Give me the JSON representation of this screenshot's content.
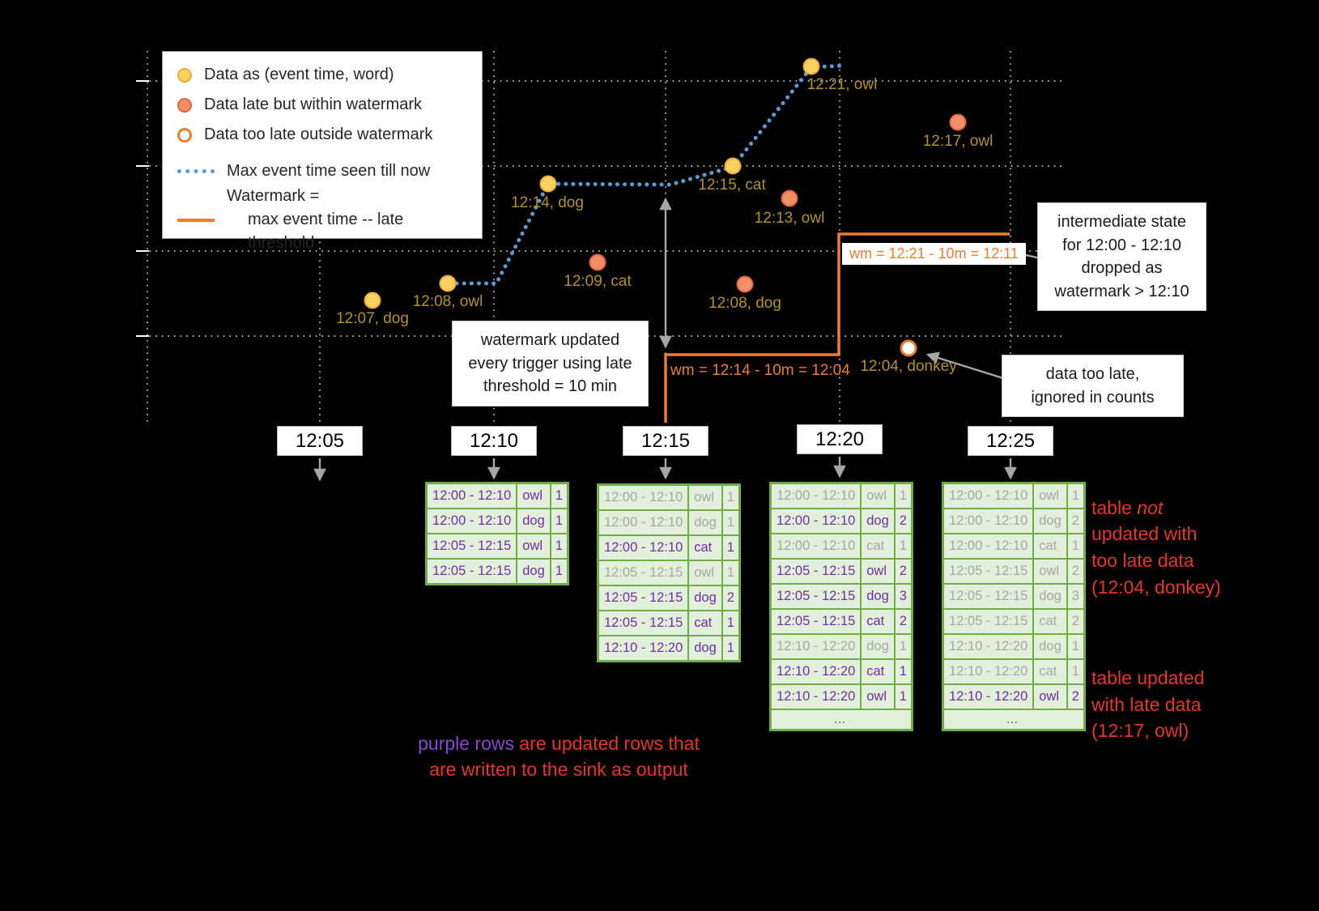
{
  "colors": {
    "on_time_point": "#FBD25F",
    "on_time_border": "#EFA93F",
    "late_point": "#F28E68",
    "late_border": "#E4653C",
    "too_late_border": "#E87E2D",
    "max_event_line": "#5B9BD5",
    "watermark_line": "#ED7D31",
    "table_green": "#70AD47",
    "table_green_bg": "#E2EFDA",
    "updated_purple": "#7030A0",
    "note_red": "#E8352A",
    "point_label_gold": "#B3922C",
    "arrow_gray": "#A6A6A6"
  },
  "legend": {
    "item_on_time": "Data as (event time, word)",
    "item_late": "Data late but within watermark",
    "item_too_late": "Data too late outside watermark",
    "item_max_event": "Max event time seen till now",
    "item_watermark_line1": "Watermark =",
    "item_watermark_line2": "max event time -- late threshold"
  },
  "points": {
    "p_1207_dog": {
      "label": "12:07, dog",
      "type": "on-time"
    },
    "p_1208_owl": {
      "label": "12:08, owl",
      "type": "on-time"
    },
    "p_1214_dog": {
      "label": "12:14, dog",
      "type": "on-time"
    },
    "p_1215_cat": {
      "label": "12:15, cat",
      "type": "on-time"
    },
    "p_1221_owl": {
      "label": "12:21, owl",
      "type": "on-time"
    },
    "p_1209_cat": {
      "label": "12:09, cat",
      "type": "late"
    },
    "p_1213_owl": {
      "label": "12:13, owl",
      "type": "late"
    },
    "p_1208_dog": {
      "label": "12:08, dog",
      "type": "late"
    },
    "p_1217_owl": {
      "label": "12:17, owl",
      "type": "late"
    },
    "p_1204_donkey": {
      "label": "12:04, donkey",
      "type": "too-late"
    }
  },
  "wm": {
    "first": "wm = 12:14 - 10m = 12:04",
    "second": "wm = 12:21 - 10m = 12:11"
  },
  "triggers": {
    "t05": "12:05",
    "t10": "12:10",
    "t15": "12:15",
    "t20": "12:20",
    "t25": "12:25"
  },
  "annotations": {
    "watermark_updated": "watermark updated\nevery trigger using late\nthreshold = 10 min",
    "intermediate_state": "intermediate state\nfor 12:00 - 12:10\ndropped as\nwatermark > 12:10",
    "too_late_ignored": "data too late,\nignored in counts"
  },
  "notes": {
    "not_updated_prefix": "table ",
    "not_updated_em": "not",
    "not_updated_rest": "\nupdated with\ntoo late data\n(12:04, donkey)",
    "updated_late": "table updated\nwith late data\n(12:17, owl)",
    "purple_rows_lead": "purple rows",
    "purple_rows_rest": " are updated rows that\nare written to the sink as output"
  },
  "tables": {
    "t10": {
      "rows": [
        {
          "window": "12:00 - 12:10",
          "word": "owl",
          "count": 1,
          "updated": true
        },
        {
          "window": "12:00 - 12:10",
          "word": "dog",
          "count": 1,
          "updated": true
        },
        {
          "window": "12:05 - 12:15",
          "word": "owl",
          "count": 1,
          "updated": true
        },
        {
          "window": "12:05 - 12:15",
          "word": "dog",
          "count": 1,
          "updated": true
        }
      ]
    },
    "t15": {
      "rows": [
        {
          "window": "12:00 - 12:10",
          "word": "owl",
          "count": 1,
          "updated": false
        },
        {
          "window": "12:00 - 12:10",
          "word": "dog",
          "count": 1,
          "updated": false
        },
        {
          "window": "12:00 - 12:10",
          "word": "cat",
          "count": 1,
          "updated": true
        },
        {
          "window": "12:05 - 12:15",
          "word": "owl",
          "count": 1,
          "updated": false
        },
        {
          "window": "12:05 - 12:15",
          "word": "dog",
          "count": 2,
          "updated": true
        },
        {
          "window": "12:05 - 12:15",
          "word": "cat",
          "count": 1,
          "updated": true
        },
        {
          "window": "12:10 - 12:20",
          "word": "dog",
          "count": 1,
          "updated": true
        }
      ]
    },
    "t20": {
      "ellipsis": "…",
      "rows": [
        {
          "window": "12:00 - 12:10",
          "word": "owl",
          "count": 1,
          "updated": false
        },
        {
          "window": "12:00 - 12:10",
          "word": "dog",
          "count": 2,
          "updated": true
        },
        {
          "window": "12:00 - 12:10",
          "word": "cat",
          "count": 1,
          "updated": false
        },
        {
          "window": "12:05 - 12:15",
          "word": "owl",
          "count": 2,
          "updated": true
        },
        {
          "window": "12:05 - 12:15",
          "word": "dog",
          "count": 3,
          "updated": true
        },
        {
          "window": "12:05 - 12:15",
          "word": "cat",
          "count": 2,
          "updated": true
        },
        {
          "window": "12:10 - 12:20",
          "word": "dog",
          "count": 1,
          "updated": false
        },
        {
          "window": "12:10 - 12:20",
          "word": "cat",
          "count": 1,
          "updated": true
        },
        {
          "window": "12:10 - 12:20",
          "word": "owl",
          "count": 1,
          "updated": true
        }
      ]
    },
    "t25": {
      "ellipsis": "…",
      "rows": [
        {
          "window": "12:00 - 12:10",
          "word": "owl",
          "count": 1,
          "updated": false
        },
        {
          "window": "12:00 - 12:10",
          "word": "dog",
          "count": 2,
          "updated": false
        },
        {
          "window": "12:00 - 12:10",
          "word": "cat",
          "count": 1,
          "updated": false
        },
        {
          "window": "12:05 - 12:15",
          "word": "owl",
          "count": 2,
          "updated": false
        },
        {
          "window": "12:05 - 12:15",
          "word": "dog",
          "count": 3,
          "updated": false
        },
        {
          "window": "12:05 - 12:15",
          "word": "cat",
          "count": 2,
          "updated": false
        },
        {
          "window": "12:10 - 12:20",
          "word": "dog",
          "count": 1,
          "updated": false
        },
        {
          "window": "12:10 - 12:20",
          "word": "cat",
          "count": 1,
          "updated": false
        },
        {
          "window": "12:10 - 12:20",
          "word": "owl",
          "count": 2,
          "updated": true
        }
      ]
    }
  }
}
